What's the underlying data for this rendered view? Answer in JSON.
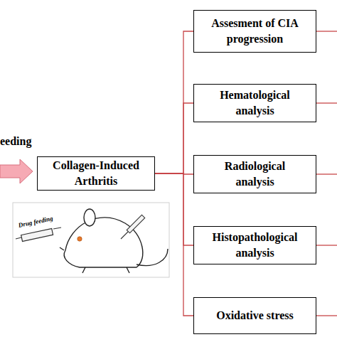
{
  "diagram": {
    "nodes": [
      {
        "text": [
          "Collagen-Induced Arthritis"
        ]
      },
      {
        "text": [
          "Assesment of CIA progression"
        ]
      },
      {
        "text": [
          "Hematological analysis"
        ]
      },
      {
        "text": [
          "Radiological analysis"
        ]
      },
      {
        "text": [
          "Histopathological analysis"
        ]
      },
      {
        "text": [
          "Oxidative stress"
        ]
      }
    ],
    "edges": [
      {
        "from": 0,
        "to": 1,
        "arrow": "none"
      },
      {
        "from": 0,
        "to": 2,
        "arrow": "none"
      },
      {
        "from": 0,
        "to": 3,
        "arrow": "none"
      },
      {
        "from": 0,
        "to": 4,
        "arrow": "none"
      },
      {
        "from": 0,
        "to": 5,
        "arrow": "none"
      }
    ],
    "labels": [
      "eeding",
      "Drug feeding"
    ]
  }
}
